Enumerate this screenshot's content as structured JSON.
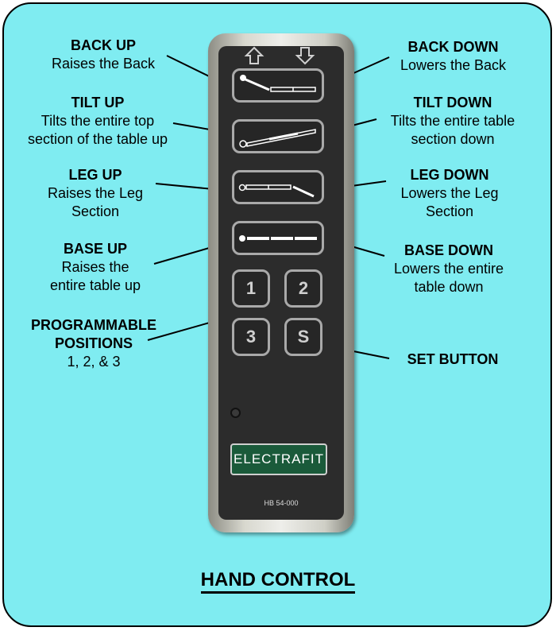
{
  "labels": {
    "back_up": {
      "title": "BACK UP",
      "line1": "Raises the Back"
    },
    "back_down": {
      "title": "BACK DOWN",
      "line1": "Lowers the Back"
    },
    "tilt_up": {
      "title": "TILT UP",
      "line1": "Tilts the entire top",
      "line2": "section of the table up"
    },
    "tilt_down": {
      "title": "TILT DOWN",
      "line1": "Tilts the entire table",
      "line2": "section down"
    },
    "leg_up": {
      "title": "LEG UP",
      "line1": "Raises the Leg",
      "line2": "Section"
    },
    "leg_down": {
      "title": "LEG DOWN",
      "line1": "Lowers the Leg",
      "line2": "Section"
    },
    "base_up": {
      "title": "BASE UP",
      "line1": "Raises the",
      "line2": "entire table up"
    },
    "base_down": {
      "title": "BASE DOWN",
      "line1": "Lowers the entire",
      "line2": "table down"
    },
    "programmable": {
      "title1": "PROGRAMMABLE",
      "title2": "POSITIONS",
      "line1": "1, 2, & 3"
    },
    "set_button": {
      "title": "SET BUTTON"
    }
  },
  "remote": {
    "keys": {
      "one": "1",
      "two": "2",
      "three": "3",
      "set": "S"
    },
    "logo": "ELECTRAFIT",
    "model": "HB 54-000",
    "colors": {
      "panel": "#7fecf1",
      "face": "#2c2c2c",
      "logo_bg": "#1a5a3a"
    }
  },
  "title": "HAND CONTROL"
}
